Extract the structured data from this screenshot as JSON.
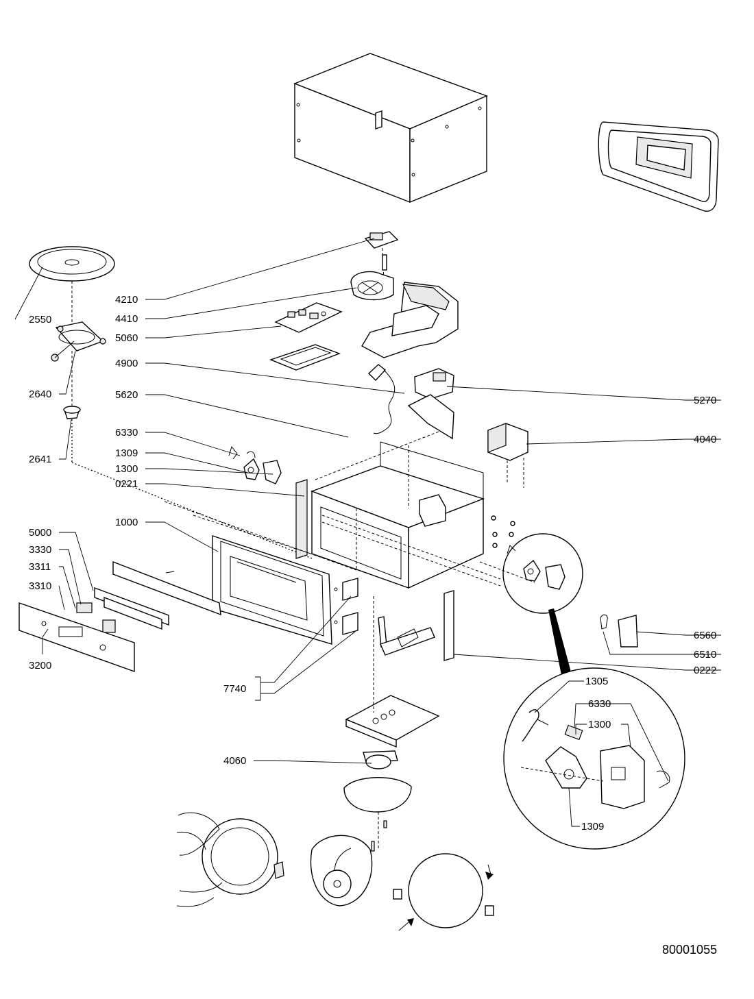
{
  "diagram": {
    "callouts": {
      "c4210": "4210",
      "c4410": "4410",
      "c5060": "5060",
      "c4900": "4900",
      "c5620": "5620",
      "c6330": "6330",
      "c1309": "1309",
      "c1300": "1300",
      "c0221": "0221",
      "c1000": "1000",
      "c5000": "5000",
      "c3330": "3330",
      "c3311": "3311",
      "c3310": "3310",
      "c3200": "3200",
      "c2550": "2550",
      "c2640": "2640",
      "c2641": "2641",
      "c5270": "5270",
      "c4040": "4040",
      "c6560": "6560",
      "c6510": "6510",
      "c0222": "0222",
      "c7740": "7740",
      "c4060": "4060",
      "d1305": "1305",
      "d6330": "6330",
      "d1300": "1300",
      "d1309": "1309"
    },
    "document_number": "80001055"
  }
}
